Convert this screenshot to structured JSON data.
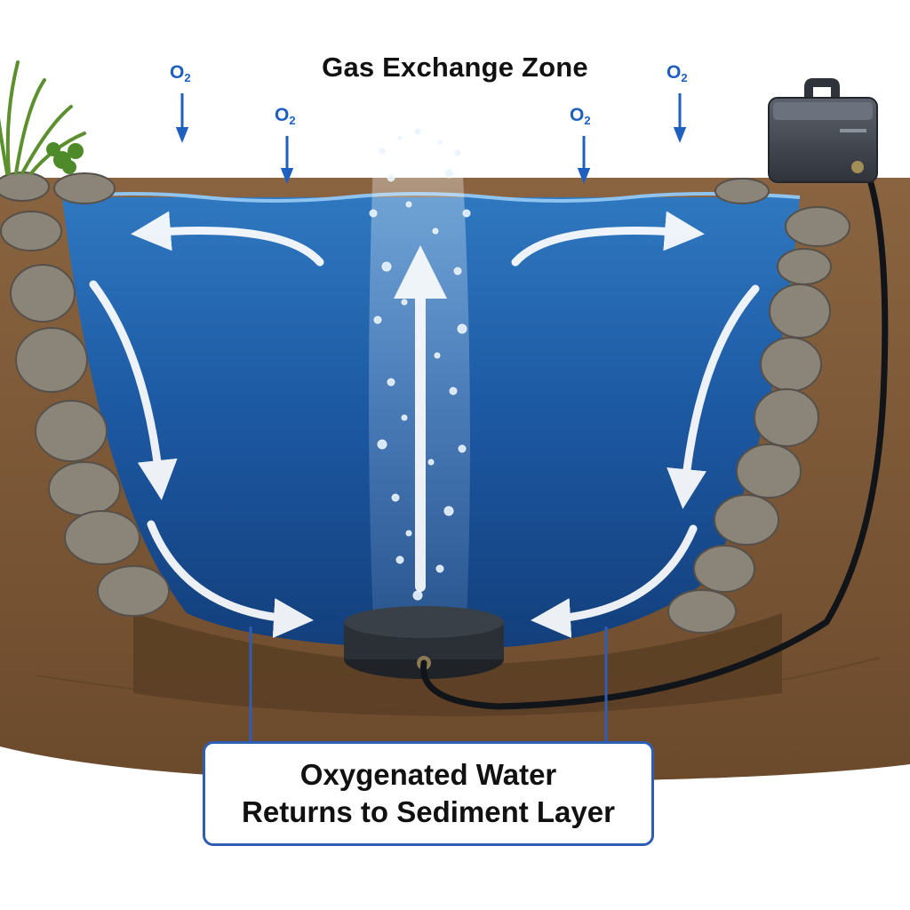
{
  "labels": {
    "title": "Gas Exchange Zone",
    "oxygen_main": "O",
    "oxygen_sub": "2",
    "callout_line1": "Oxygenated Water",
    "callout_line2": "Returns to Sediment Layer"
  },
  "colors": {
    "water": "#1f5aa0",
    "water_deep": "#123c78",
    "soil": "#7a5636",
    "oxygen_label": "#1f5fbf",
    "callout_border": "#2f5db3",
    "pump": "#4a4f58"
  },
  "icons": {
    "pump": "air-pump-icon",
    "diffuser": "diffuser-stone-icon",
    "plants": "plant-icon",
    "oxygen_arrow": "arrow-down-icon"
  }
}
